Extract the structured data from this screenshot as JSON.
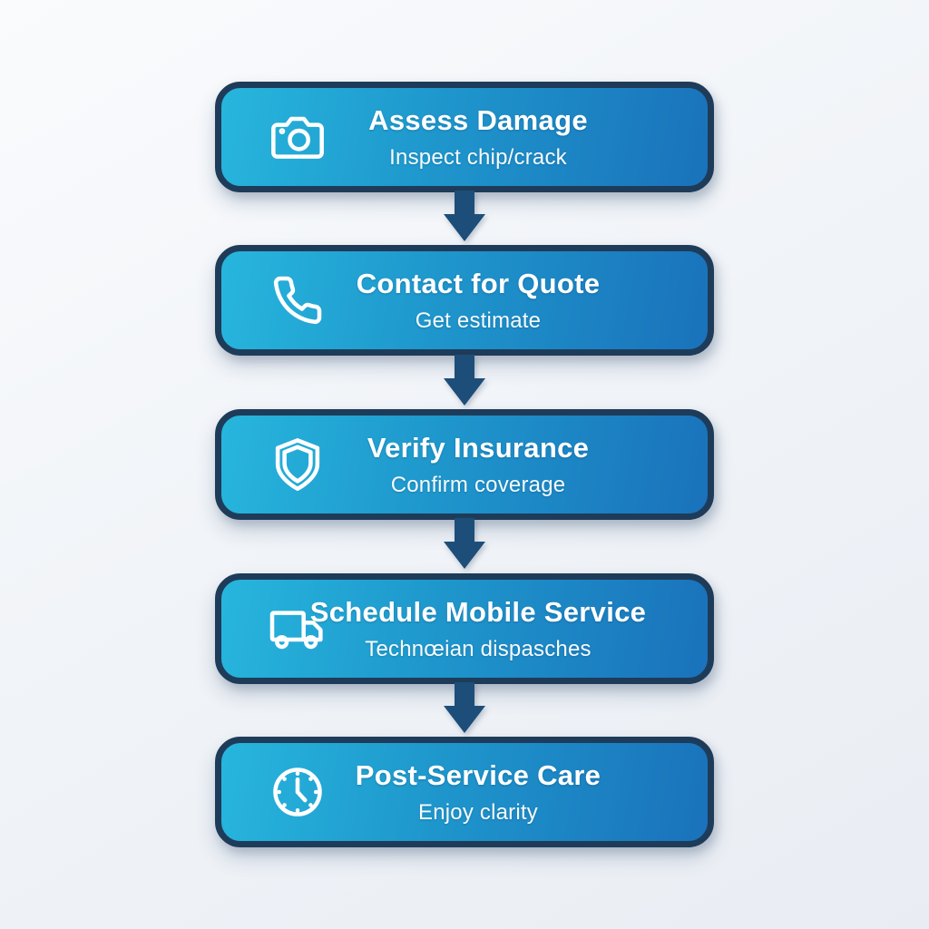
{
  "diagram": {
    "type": "flowchart",
    "direction": "vertical",
    "steps": [
      {
        "title": "Assess Damage",
        "subtitle": "Inspect chip/crack",
        "icon": "camera-icon"
      },
      {
        "title": "Contact for Quote",
        "subtitle": "Get estimate",
        "icon": "phone-icon"
      },
      {
        "title": "Verify Insurance",
        "subtitle": "Confirm coverage",
        "icon": "shield-icon"
      },
      {
        "title": "Schedule Mobile Service",
        "subtitle": "Technœian dispasches",
        "icon": "truck-icon"
      },
      {
        "title": "Post-Service Care",
        "subtitle": "Enjoy clarity",
        "icon": "clock-icon"
      }
    ],
    "connectors": [
      "arrow-down",
      "arrow-down",
      "arrow-down",
      "arrow-down"
    ],
    "colors": {
      "box_gradient_start": "#27b6dd",
      "box_gradient_end": "#1a72bb",
      "box_border": "#1e3c59",
      "arrow": "#1d4e79",
      "text": "#ffffff",
      "background": "#f1f4f8"
    }
  }
}
